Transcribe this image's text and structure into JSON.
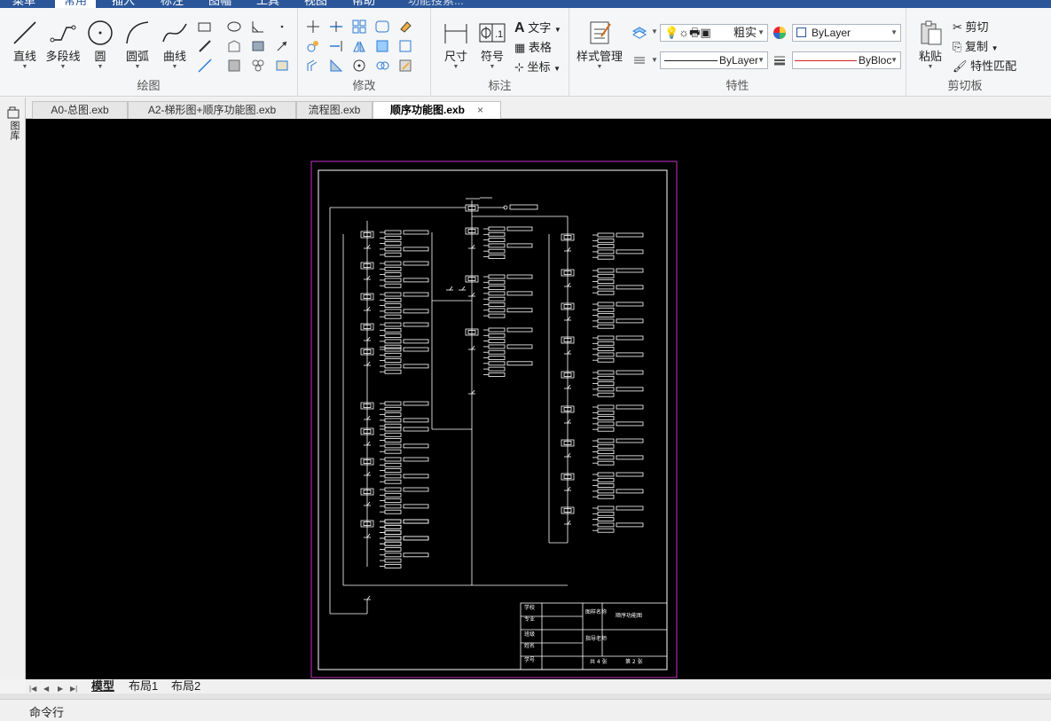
{
  "menu": {
    "items": [
      "菜单",
      "常用",
      "插入",
      "标注",
      "图幅",
      "工具",
      "视图",
      "帮助"
    ],
    "active": "常用",
    "search_placeholder": "功能搜索..."
  },
  "ribbon": {
    "draw": {
      "label": "绘图",
      "tools": [
        "直线",
        "多段线",
        "圆",
        "圆弧",
        "曲线"
      ]
    },
    "modify": {
      "label": "修改"
    },
    "annotate": {
      "label": "标注",
      "dimension": "尺寸",
      "symbol": "符号",
      "text": "文字",
      "table": "表格",
      "coord": "坐标"
    },
    "properties": {
      "label": "特性",
      "style_manager": "样式管理",
      "layer_combo": "粗实",
      "color_combo": "ByLayer",
      "linetype_combo": "ByLayer",
      "lineweight_combo": "ByBloc"
    },
    "clipboard": {
      "label": "剪切板",
      "paste": "粘贴",
      "cut": "剪切",
      "copy": "复制",
      "match": "特性匹配"
    }
  },
  "file_tabs": [
    {
      "label": "A0-总图.exb"
    },
    {
      "label": "A2-梯形图+顺序功能图.exb"
    },
    {
      "label": "流程图.exb"
    },
    {
      "label": "顺序功能图.exb",
      "active": true,
      "close": "×"
    }
  ],
  "left_panel": {
    "label": "图库"
  },
  "drawing": {
    "title_block": {
      "school": "学校",
      "major": "专业",
      "class": "班级",
      "name": "姓名",
      "student_id": "学号",
      "drawing_name_label": "图样名称",
      "drawing_name": "顺序功能图",
      "advisor_label": "指导老师",
      "sheet_total": "共 4 张",
      "sheet_no": "第 2 张"
    }
  },
  "layout_tabs": [
    {
      "label": "模型",
      "active": true
    },
    {
      "label": "布局1"
    },
    {
      "label": "布局2"
    }
  ],
  "nav": [
    "|◀",
    "◀",
    "▶",
    "▶|"
  ],
  "command_line": {
    "label": "命令行"
  },
  "colors": {
    "menubar": "#2b579a",
    "canvas": "#000000",
    "sheet_border": "#c832c8",
    "drawing_lines": "#ffffff",
    "lineweight_red": "#d22222"
  }
}
